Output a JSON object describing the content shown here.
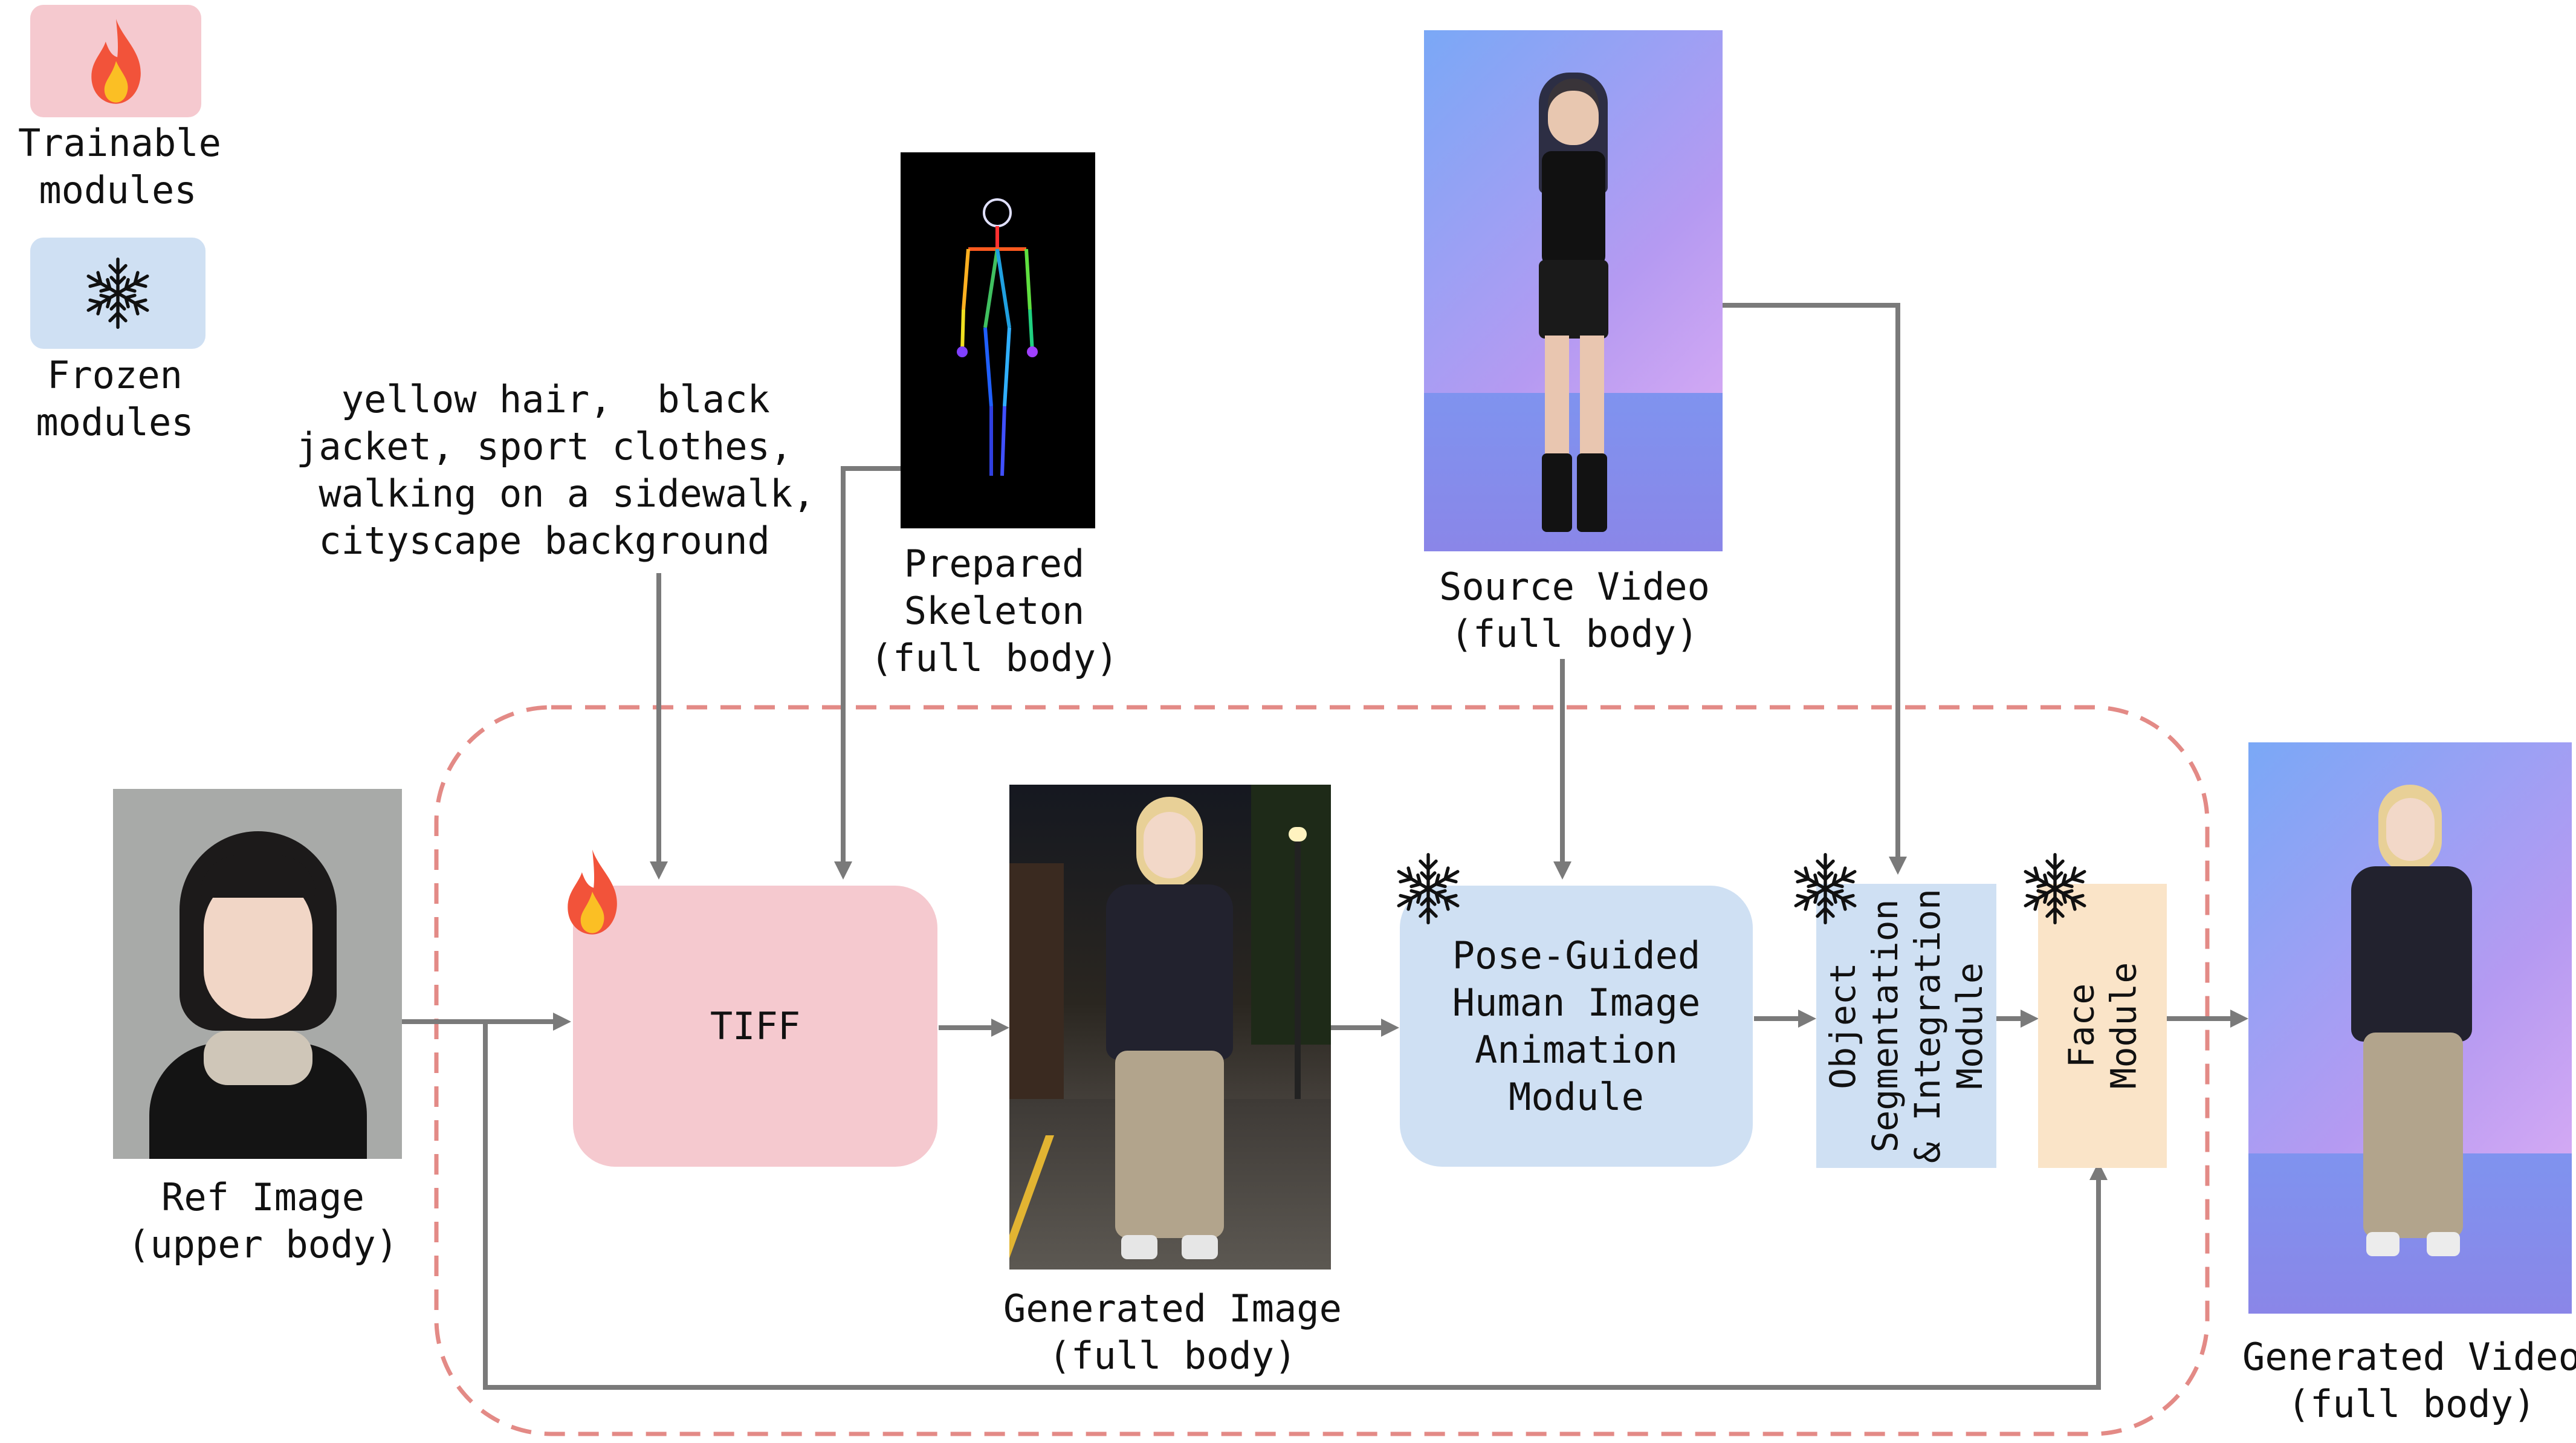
{
  "legend": {
    "trainable": "Trainable\nmodules",
    "frozen": "Frozen\nmodules",
    "trainable_icon": "fire-icon",
    "frozen_icon": "snowflake-icon"
  },
  "prompt_text": "  yellow hair,  black\njacket, sport clothes,\n walking on a sidewalk,\n cityscape background",
  "skeleton_label": "Prepared\nSkeleton\n(full body)",
  "source_video_label": "Source Video\n(full body)",
  "ref_image_label": "Ref Image\n(upper body)",
  "generated_image_label": "Generated Image\n(full body)",
  "generated_video_label": "Generated Video\n(full body)",
  "modules": {
    "tiff": "TIFF",
    "pose": "Pose-Guided\nHuman Image\nAnimation\nModule",
    "osi": "Object\nSegmentation\n& Integration\nModule",
    "face": "Face\nModule"
  },
  "colors": {
    "trainable": "#f5c9cf",
    "frozen": "#cfe0f3",
    "face": "#fae4c8",
    "dashed_border": "#e38a86",
    "arrow": "#7a7a7a"
  }
}
